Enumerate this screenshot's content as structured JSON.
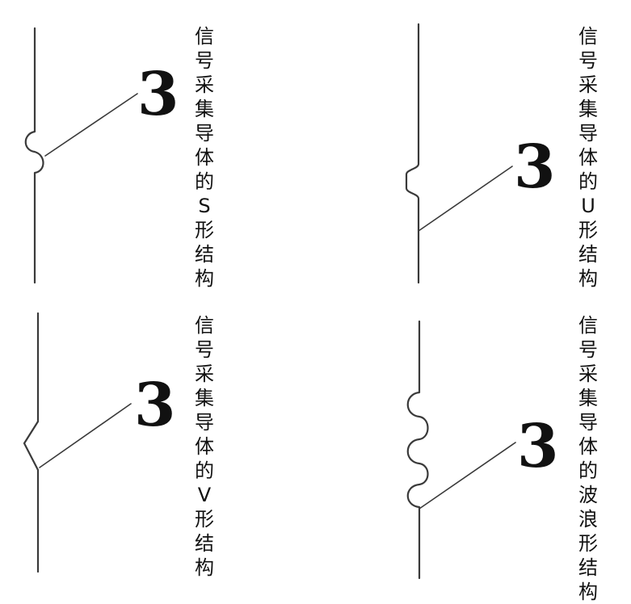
{
  "panels": [
    {
      "id": "s",
      "ref_number": "3",
      "caption": [
        "信",
        "号",
        "采",
        "集",
        "导",
        "体",
        "的",
        "S",
        "形",
        "结",
        "构"
      ]
    },
    {
      "id": "u",
      "ref_number": "3",
      "caption": [
        "信",
        "号",
        "采",
        "集",
        "导",
        "体",
        "的",
        "U",
        "形",
        "结",
        "构"
      ]
    },
    {
      "id": "v",
      "ref_number": "3",
      "caption": [
        "信",
        "号",
        "采",
        "集",
        "导",
        "体",
        "的",
        "V",
        "形",
        "结",
        "构"
      ]
    },
    {
      "id": "wave",
      "ref_number": "3",
      "caption": [
        "信",
        "号",
        "采",
        "集",
        "导",
        "体",
        "的",
        "波",
        "浪",
        "形",
        "结",
        "构"
      ]
    }
  ]
}
